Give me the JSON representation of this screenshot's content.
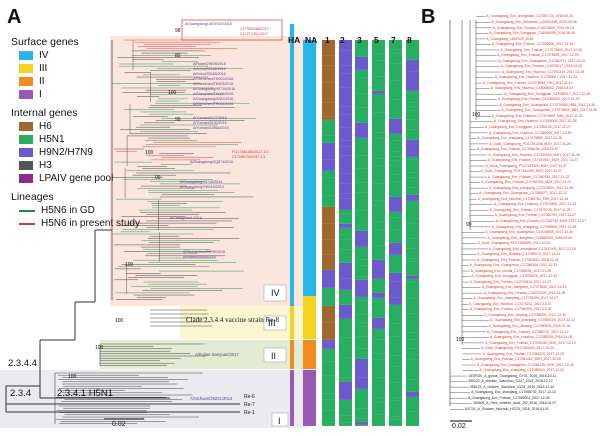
{
  "panel_a": {
    "letter": "A",
    "legend": {
      "surface_title": "Surface genes",
      "surface": [
        {
          "label": "IV",
          "color": "#29b6e8"
        },
        {
          "label": "III",
          "color": "#f5d320"
        },
        {
          "label": "II",
          "color": "#f28c1e"
        },
        {
          "label": "I",
          "color": "#9b59b6"
        }
      ],
      "internal_title": "Internal genes",
      "internal": [
        {
          "label": "H6",
          "color": "#a0682e"
        },
        {
          "label": "H5N1",
          "color": "#27ae60"
        },
        {
          "label": "H9N2/H7N9",
          "color": "#6a5acd"
        },
        {
          "label": "H3",
          "color": "#555555"
        },
        {
          "label": "LPAIV gene pool",
          "color": "#8e2a8e"
        }
      ],
      "lineage_title": "Lineages",
      "lineages": [
        {
          "label": "H5N6 in GD",
          "color": "#1e8a4a"
        },
        {
          "label": "H5N6 in present study",
          "color": "#e0332e"
        }
      ]
    },
    "column_headers": [
      "HA",
      "NA",
      "1",
      "2",
      "3",
      "5",
      "7",
      "8"
    ],
    "clade_labels": {
      "iv": "IV",
      "iii": "III",
      "ii": "II",
      "i": "I"
    },
    "vaccine_label": "Clade 2.3.4.4 vaccine strain Re-8",
    "lineage_labels": {
      "l1": "2.3.4.4",
      "l2": "2.3.4",
      "l3": "2.3.4.1 H5N1"
    },
    "reference_labels": {
      "re6": "Re-6",
      "re7": "Re-7",
      "re1": "Re-1"
    },
    "bootstrap": [
      "98",
      "82",
      "100",
      "99",
      "100",
      "99",
      "100",
      "100",
      "100",
      "100"
    ],
    "scale": "0.02",
    "taxa_upper": [
      "A/Guangdong/16SF020/2016",
      "A/Hubei/29578/2016",
      "A/Anhui/33162/2016",
      "A/Anhui/33163/2016",
      "A/Shenzhen/TH002/2016",
      "A/Shenzhen/TH003/2016",
      "A/Guangdong/99710/2016",
      "A/Shenzhen/TH005/2016",
      "A/Guangdong/5262/2016",
      "A/Shenzhen/TH004/2016",
      "A/Yunnan/0127/2015",
      "A/Yunnan/0130/2015",
      "A/Yunnan/14564/2015",
      "A/Guangdong/ZQ874/2016",
      "A/Guangdong/99710/2014",
      "A/Guangdong/SW115/2014",
      "A/Changsha/1/2014",
      "A/Guangzhou/39736/2016",
      "A/Hubei/00050/2016"
    ],
    "sample_ids": [
      "C17SR0088/2017",
      "C17ZT1351/2017",
      "PO17284156/2017-1/1",
      "C17285705/2017-1/1"
    ],
    "clade_ii_name": "A/Fujian-Sanyuan/2017",
    "clade_i_name": "A/Sichuan/26221/2014"
  },
  "panel_b": {
    "letter": "B",
    "scale": "0.02",
    "bootstrap": [
      "100",
      "99",
      "100"
    ],
    "taxa_red": [
      "A_Guangdong_Env_zhongshan_C17000724_2016-04-24",
      "A_Guangdong_Env_Shenzhen_C16061185_2016-05-08",
      "A_Guangdong_Env_Foshan_C16076000_2016-06-04",
      "A_Guangdong_Env_Dongguan_C16085059_2016-08-06",
      "A_Guangdong_16SF020_2016",
      "A_Guangdong_Env_Foshan_C17059006_2017-01-15",
      "A_Guangdong_Env_Foshan_C17070609_2017-12-26",
      "A_Guangdong_Env_Foshan_C17075656_2017-12-20",
      "A_Guangdong_Env_Guangzhou_C17062711_2017-03-07",
      "A_Guangdong_Env_Foshan_C16076017_2016-01-02",
      "A_Guangdong_Env_Huizhou_C17091234_2017-01-15",
      "A_Guangdong_Env_Huizhou_C17050001_2017-11-24",
      "A_Guangdong_Env_Foshan_C17075659_F5H_2017-11-27",
      "A_Guangdong_Env_Huizhou_C18058502_2018-03-02",
      "A_Guangdong_Env_Dongguan_C17085017_2017-12-28",
      "A_Guangdong_Env_Foshan_C17060800_2017-12-25",
      "A_Guangdong_Env_Guangzhou_C17075685_M84_2017-11-30",
      "A_Guangdong_Env_Guangzhou_C17075690_M84_2017-11-30",
      "A_Guangdong_Env_Huizhou_C17070609_M84_2017-11-30",
      "A_Guangdong_Env_Huizhou_C17093005_2017-10-28",
      "A_Guangdong_Env_Dongguan_C17085105_2017-10-27",
      "A_Guangdong_Env_Huizhou_C17069004_2017-10-30",
      "A_Guangdong_Env_zhanjiang_C17075855_2017-12-28",
      "A_Duck_Guangdong_PO17261346_M2H_2017-11-26",
      "A_Guangdong_Env_Foshan_C17086135_2018-01-07",
      "A_Guangdong_Env_Huizhou_C17262904_M2H_2017-11-26",
      "A_Guangdong_Env_Foshan_C17287501_M2H_2017-11-27",
      "A_Duck_Guangdong_PO17261360_M2H_2017-11-27",
      "A_Duck_Guangdong_PO17261055_M2H_2017-11-27",
      "A_Guangdong_Env_Foshan_C17060782_2017-11-22",
      "A_Guangdong_Env_Foshan_C17062704_M2H_2017-11-27",
      "A_Guangdong_Env_zhanjiang_C17075920_2017-11-28",
      "A_Guangdong_Env_Guangzhou_C17085077_2017-12-12",
      "A_Guangdong_Env_Huizhou_C17089760_F5H_2017-11-26",
      "A_Guangdong_Env_Huizhou_C17070690_2017-11-23",
      "A_Guangdong_Env_Foshan_C17075709_2017-11-25",
      "A_Guangdong_Env_Foshan_C17080709_2017-11-27",
      "A_Guangdong_Env_Foshan_C17062732_M2H_2017-11-27",
      "A_Guangdong_Env_zhanjiang_C17089505_2017-12-05",
      "A_Guangdong_Env_Guangzhou_C17008505_2017-12-26",
      "A_Guangdong_Env_Jiangmen_C18050309_2018-02-06",
      "A_Duck_Guangdong_PO17265690_2017-12-05",
      "A_Guangdong_Env_zhongshan_C17037009_2017-12-18",
      "A_Guangdong_Env_Shantou_C17059070_2017-12-24",
      "A_Guangdong_Env_Foshan_C17063511_2018-01-24",
      "A_Guangdong_Env_Guangzhou_C17086106_2017-12-11",
      "A_Guangdong_Env_zhuhai_C17085001_2017-01-28",
      "A_Guangdong_Env_Dongguan_C17005076_2017-12-31",
      "A_Guangdong_Env_Foshan_C17070810_2017-12-07",
      "A_Guangdong_Env_Jiangmen_C17075810_2017-12-10",
      "A_Guangdong_Env_Foshan_C16075209_2016-01-08",
      "A_Guangdong_Env_zhanjiang_C17078309_2017-12-07",
      "A_Guangdong_Env_Huizhou_C17075211_2017-12-21",
      "A_Guangdong_Env_Foshan_C17080705_2017-12-26",
      "A_Guangdong_Env_Jieyang_C17088091_2017-12-30",
      "A_Guangdong_Env_zhanjiang_C17080100_2017-12-12",
      "A_Guangdong_Env_Jieyang_C17080506_2018-01-18",
      "A_Guangdong_Env_Foshan_C17085710_2017-12-12",
      "A_Guangdong_Env_Huizhou_C17085205_2018-01-08",
      "A_Guangdong_Env_Foshan_C17091260_M2H_2017-10-15",
      "A_Duck_Guangdong_PO17265000_2017-10-04",
      "A_Guangdong_Env_Foshan_C17085209_2017-12-28",
      "A_Guangdong_Env_Foshan_C17081462_M2H_2017-12-26",
      "A_Guangdong_Env_Guangzhou_C17081478_M2H_2017-12-26",
      "A_Guangdong_Env_zhanjiang_C17085001_2017-12-02"
    ],
    "taxa_black": [
      "16SF020_A_goose_Guangdong_GY01_2016_2016-10-11",
      "085122_A_chicken_Gianzhou_GZ27_2015_2015-12-12",
      "085123_A_chicken_Gianzhou_GZ21_2015_2015-12-10",
      "A_Guangdong_Env_zhanjiang_C17085702_2017-12-13",
      "A_Guangdong_Env_Foshan_C17085001_2017-12-05",
      "160606_A_Pere_children_duck_J92_2016_2016-02-07",
      "100731_A_Chicken_Huizhou_H2274_2016_2016-01-01"
    ]
  }
}
